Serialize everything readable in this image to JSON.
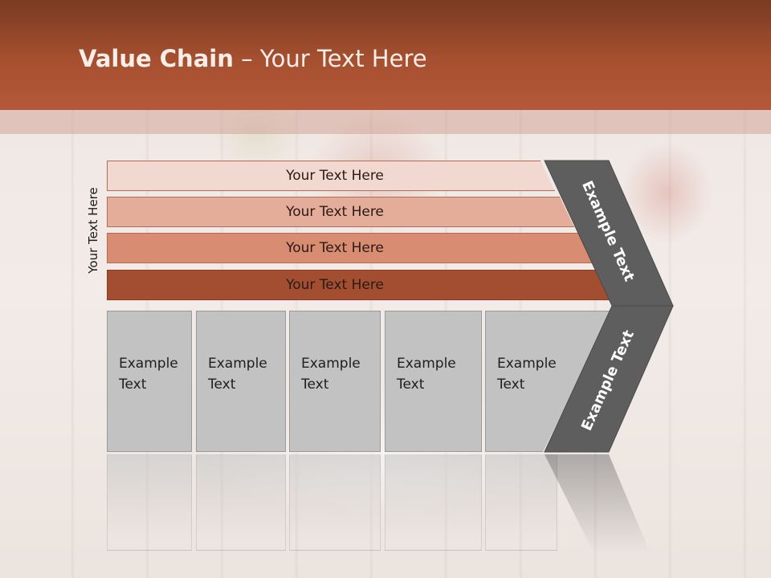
{
  "slide": {
    "title_bold": "Value Chain",
    "title_rest": " – Your Text Here"
  },
  "side_label": "Your Text Here",
  "bars": [
    {
      "label": "Your Text Here",
      "color": "#f1d9d1"
    },
    {
      "label": "Your Text Here",
      "color": "#e3ad9a"
    },
    {
      "label": "Your Text Here",
      "color": "#d88c72"
    },
    {
      "label": "Your Text Here",
      "color": "#a34e30"
    }
  ],
  "boxes": [
    {
      "line1": "Example",
      "line2": "Text"
    },
    {
      "line1": "Example",
      "line2": "Text"
    },
    {
      "line1": "Example",
      "line2": "Text"
    },
    {
      "line1": "Example",
      "line2": "Text"
    },
    {
      "line1": "Example",
      "line2": "Text"
    }
  ],
  "chevron": {
    "upper_label": "Example Text",
    "lower_label": "Example Text",
    "color": "#5e5e5e"
  },
  "colors": {
    "header": "#a65030",
    "box": "#c2c2c2"
  }
}
